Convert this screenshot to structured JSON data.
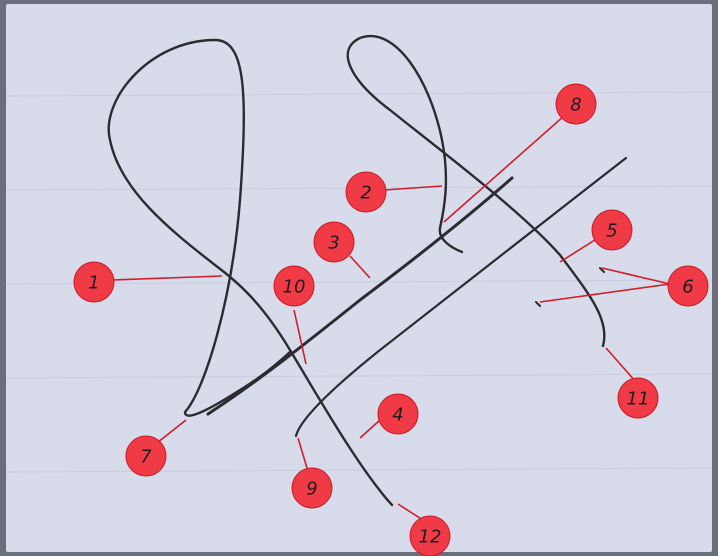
{
  "photo": {
    "subject": "hand-drawn-ink-curves",
    "paper_color": "#d7dbea",
    "ink_color": "#2b2b30",
    "marker_color": "#f03a45",
    "leader_color": "#d11d2c"
  },
  "markers": [
    {
      "id": "1",
      "label": "1"
    },
    {
      "id": "2",
      "label": "2"
    },
    {
      "id": "3",
      "label": "3"
    },
    {
      "id": "4",
      "label": "4"
    },
    {
      "id": "5",
      "label": "5"
    },
    {
      "id": "6",
      "label": "6"
    },
    {
      "id": "7",
      "label": "7"
    },
    {
      "id": "8",
      "label": "8"
    },
    {
      "id": "9",
      "label": "9"
    },
    {
      "id": "10",
      "label": "10"
    },
    {
      "id": "11",
      "label": "11"
    },
    {
      "id": "12",
      "label": "12"
    }
  ]
}
